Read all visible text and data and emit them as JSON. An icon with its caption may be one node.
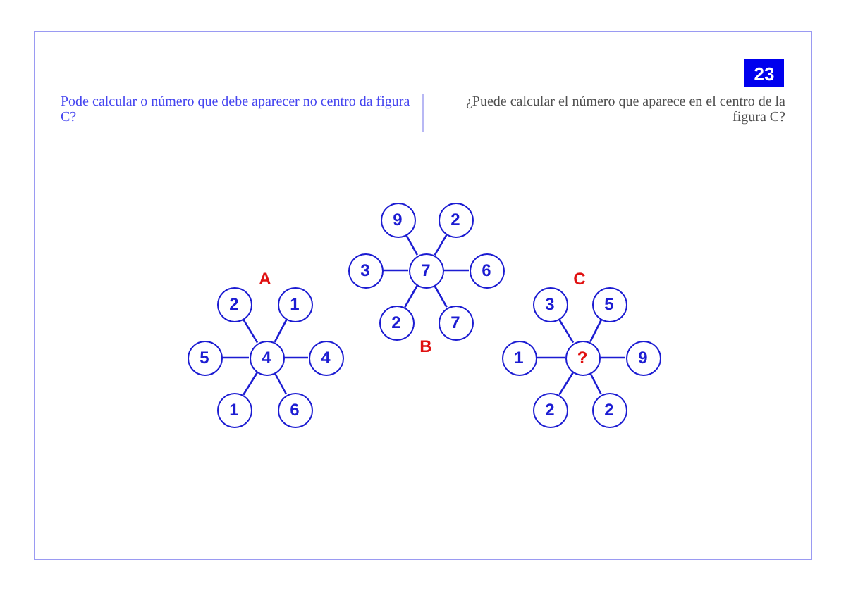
{
  "diagram": {
    "nodes": [
      {
        "text": [
          "4"
        ]
      },
      {
        "text": [
          "2"
        ]
      },
      {
        "text": [
          "1"
        ]
      },
      {
        "text": [
          "5"
        ]
      },
      {
        "text": [
          "4"
        ]
      },
      {
        "text": [
          "1"
        ]
      },
      {
        "text": [
          "6"
        ]
      },
      {
        "text": [
          "7"
        ]
      },
      {
        "text": [
          "9"
        ]
      },
      {
        "text": [
          "2"
        ]
      },
      {
        "text": [
          "3"
        ]
      },
      {
        "text": [
          "6"
        ]
      },
      {
        "text": [
          "2"
        ]
      },
      {
        "text": [
          "7"
        ]
      },
      {
        "text": [
          "?"
        ]
      },
      {
        "text": [
          "3"
        ]
      },
      {
        "text": [
          "5"
        ]
      },
      {
        "text": [
          "1"
        ]
      },
      {
        "text": [
          "9"
        ]
      },
      {
        "text": [
          "2"
        ]
      },
      {
        "text": [
          "2"
        ]
      }
    ],
    "edges": [
      {
        "from": 0,
        "to": 1,
        "arrow": "none"
      },
      {
        "from": 0,
        "to": 2,
        "arrow": "none"
      },
      {
        "from": 0,
        "to": 3,
        "arrow": "none"
      },
      {
        "from": 0,
        "to": 4,
        "arrow": "none"
      },
      {
        "from": 0,
        "to": 5,
        "arrow": "none"
      },
      {
        "from": 0,
        "to": 6,
        "arrow": "none"
      },
      {
        "from": 7,
        "to": 8,
        "arrow": "none"
      },
      {
        "from": 7,
        "to": 9,
        "arrow": "none"
      },
      {
        "from": 7,
        "to": 10,
        "arrow": "none"
      },
      {
        "from": 7,
        "to": 11,
        "arrow": "none"
      },
      {
        "from": 7,
        "to": 12,
        "arrow": "none"
      },
      {
        "from": 7,
        "to": 13,
        "arrow": "none"
      },
      {
        "from": 14,
        "to": 15,
        "arrow": "none"
      },
      {
        "from": 14,
        "to": 16,
        "arrow": "none"
      },
      {
        "from": 14,
        "to": 17,
        "arrow": "none"
      },
      {
        "from": 14,
        "to": 18,
        "arrow": "none"
      },
      {
        "from": 14,
        "to": 19,
        "arrow": "none"
      },
      {
        "from": 14,
        "to": 20,
        "arrow": "none"
      }
    ],
    "labels": [
      "23",
      "Pode calcular o número que debe aparecer no centro da figura C?",
      "¿Puede calcular el número que aparece en el centro de la figura C?",
      "A",
      "B",
      "C"
    ]
  }
}
